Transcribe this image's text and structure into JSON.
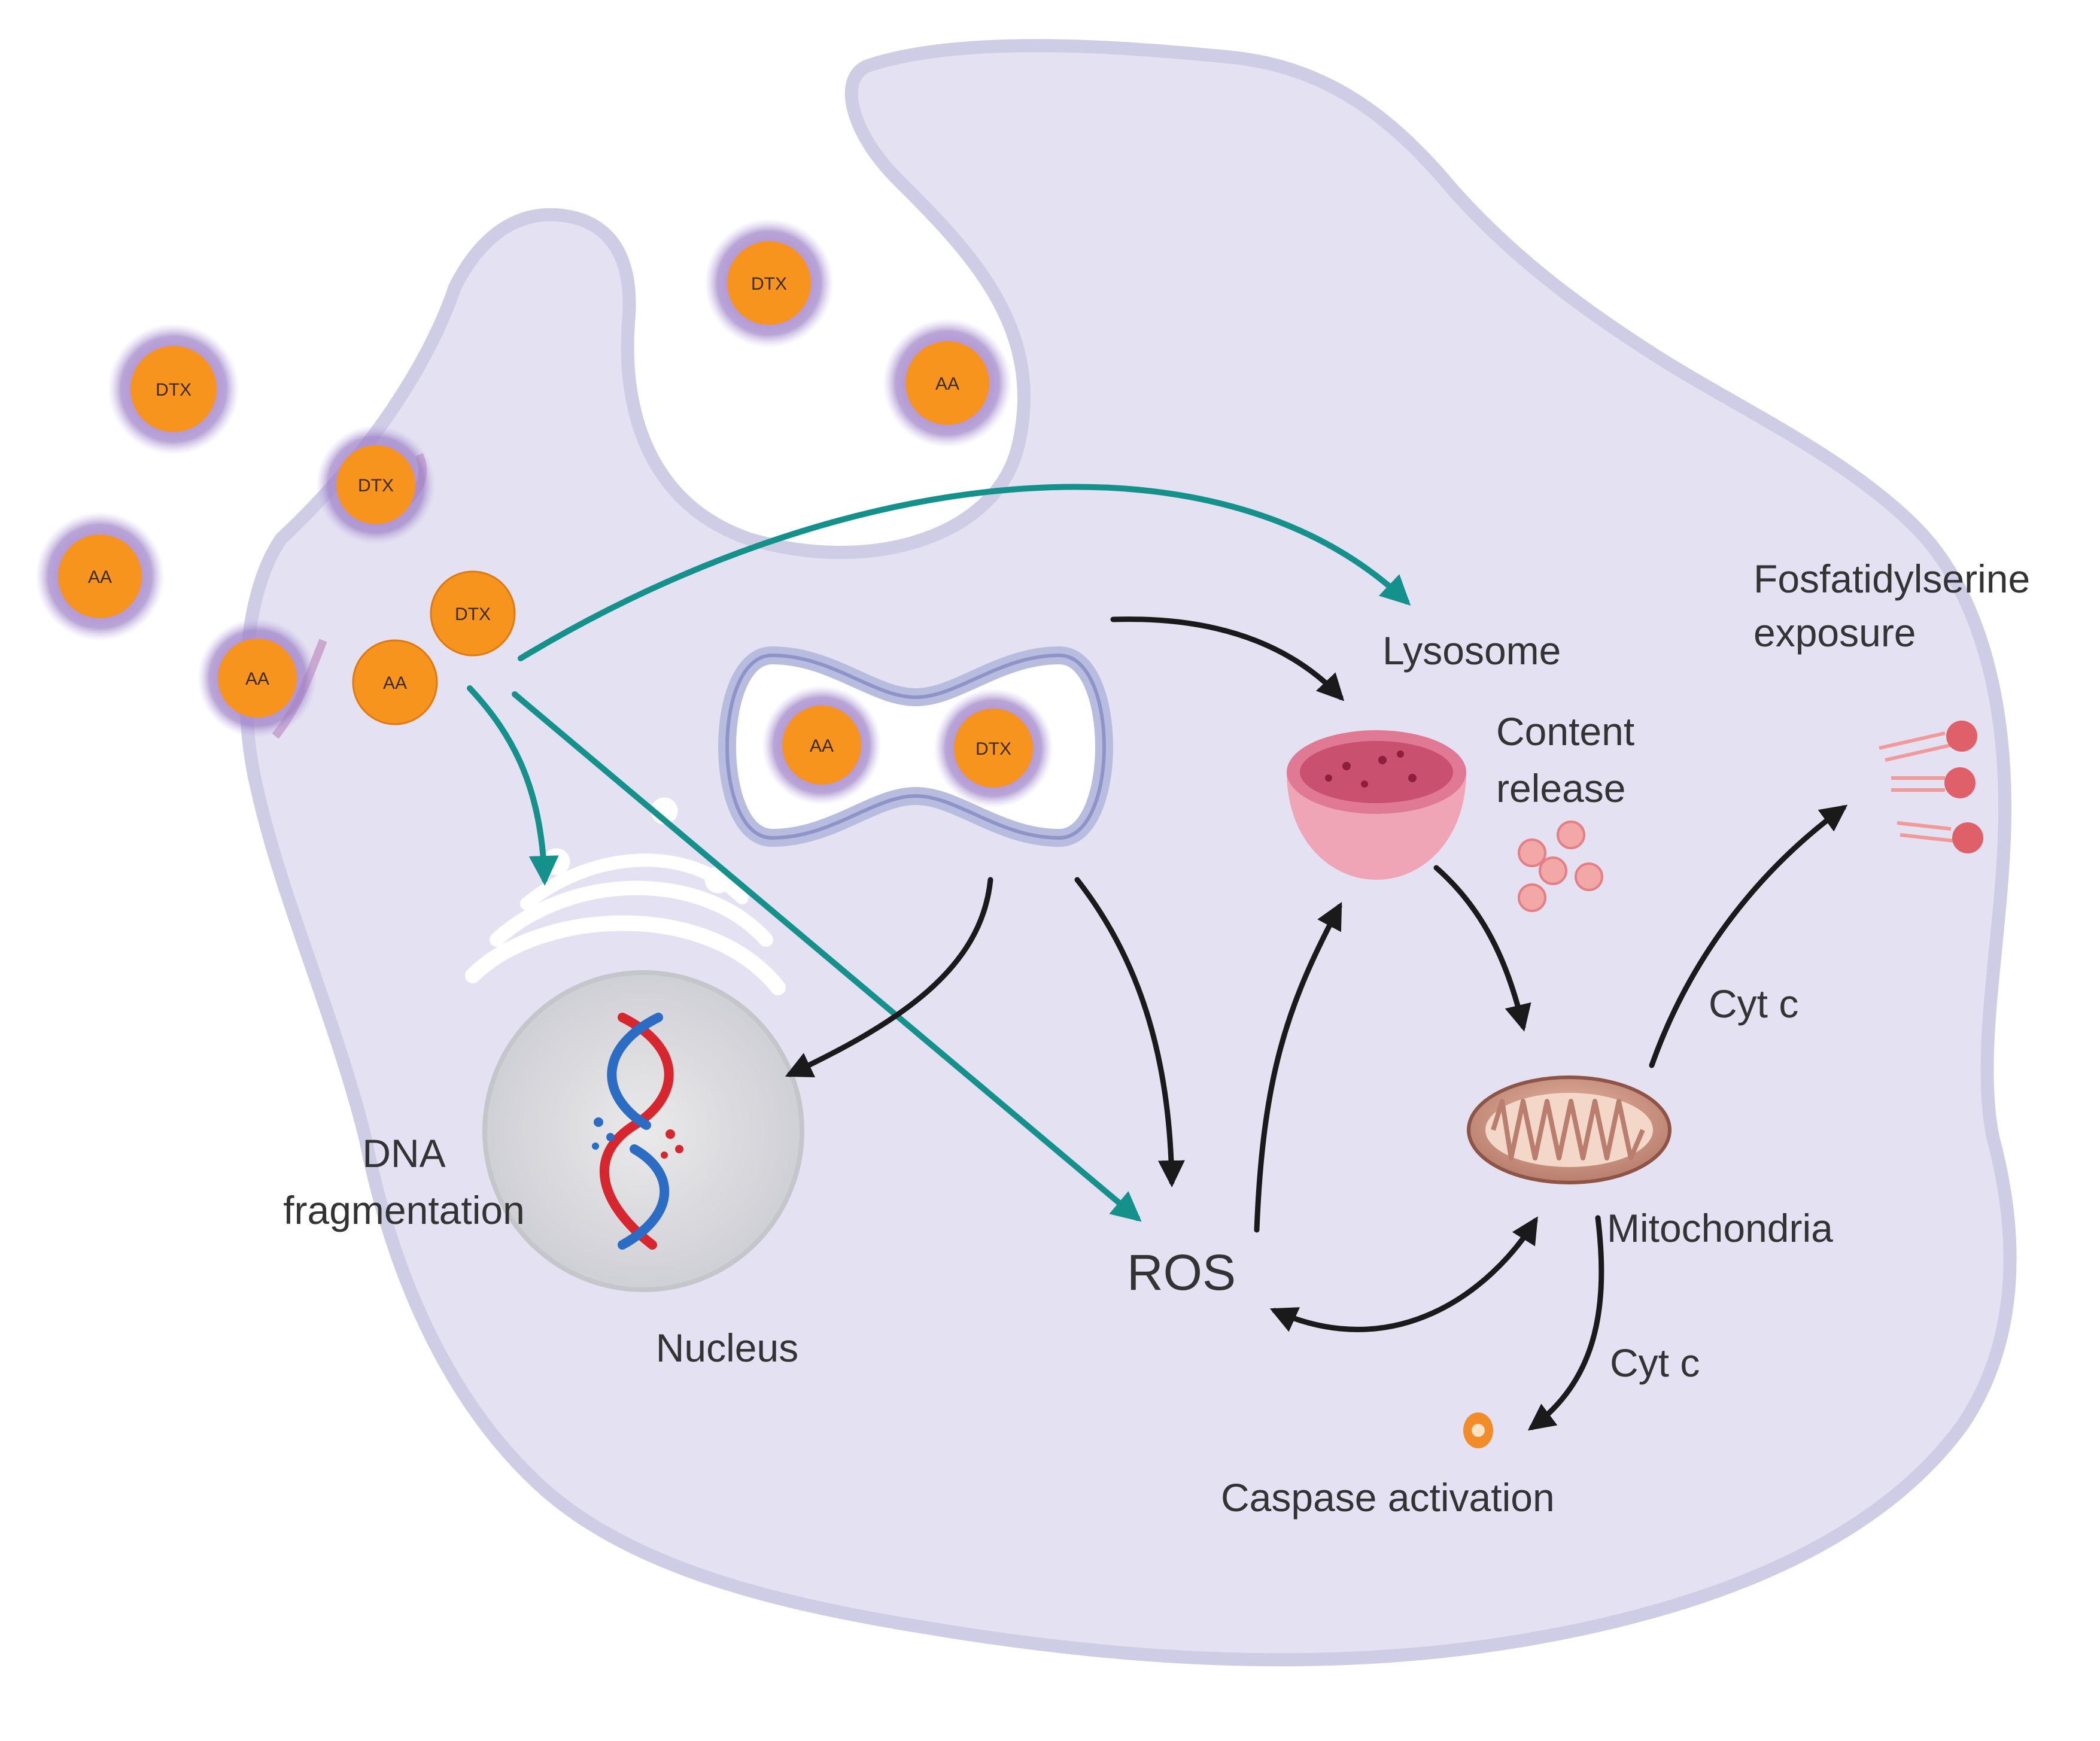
{
  "colors": {
    "cell_fill": "#e4e2f2",
    "cell_stroke": "#cfcce6",
    "teal_arrow": "#13918a",
    "black_arrow": "#1a1a1a",
    "particle_core": "#f7941d",
    "particle_corona": "#9a7fc4"
  },
  "labels": {
    "lysosome": "Lysosome",
    "content_release_1": "Content",
    "content_release_2": "release",
    "ps_exposure_1": "Fosfatidylserine",
    "ps_exposure_2": "exposure",
    "cyt_c_upper": "Cyt c",
    "cyt_c_lower": "Cyt c",
    "mitochondria": "Mitochondria",
    "ros": "ROS",
    "caspase": "Caspase activation",
    "dna_1": "DNA",
    "dna_2": "fragmentation",
    "nucleus": "Nucleus"
  },
  "particles": {
    "dtx_1": "DTX",
    "dtx_2": "DTX",
    "dtx_3": "DTX",
    "dtx_4": "DTX",
    "dtx_5": "DTX",
    "aa_1": "AA",
    "aa_2": "AA",
    "aa_3": "AA",
    "aa_4": "AA",
    "aa_5": "AA"
  },
  "icons": [
    "nanoparticle-icon",
    "endosome-icon",
    "lysosome-icon",
    "mitochondrion-icon",
    "nucleus-icon",
    "dna-helix-icon",
    "golgi-icon",
    "phosphatidylserine-icon",
    "caspase-icon"
  ]
}
